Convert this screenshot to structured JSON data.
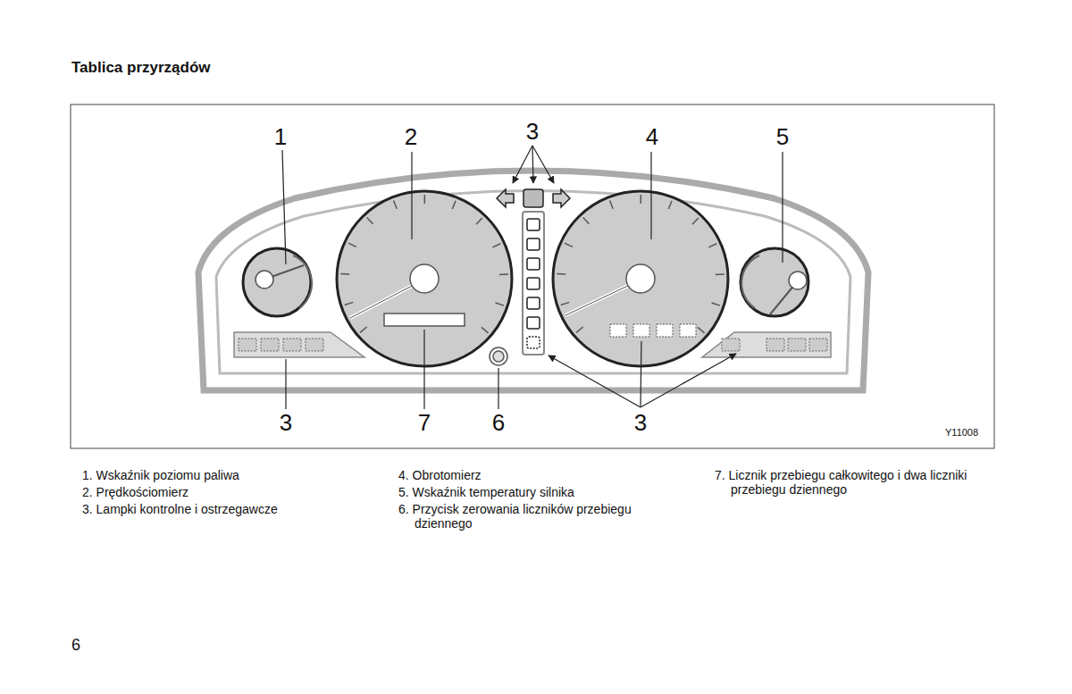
{
  "diagram": {
    "title": "Tablica przyrządów",
    "labels": [
      "1",
      "2",
      "3",
      "4",
      "5",
      "3",
      "7",
      "6",
      "3",
      "Y11008",
      "1. Wskaźnik poziomu paliwa",
      "2. Prędkościomierz",
      "3. Lampki kontrolne i ostrzegawcze",
      "4. Obrotomierz",
      "5. Wskaźnik temperatury silnika",
      "6. Przycisk zerowania liczników przebiegu dziennego",
      "7. Licznik przebiegu całkowitego i dwa liczniki przebiegu dziennego",
      "6"
    ]
  }
}
